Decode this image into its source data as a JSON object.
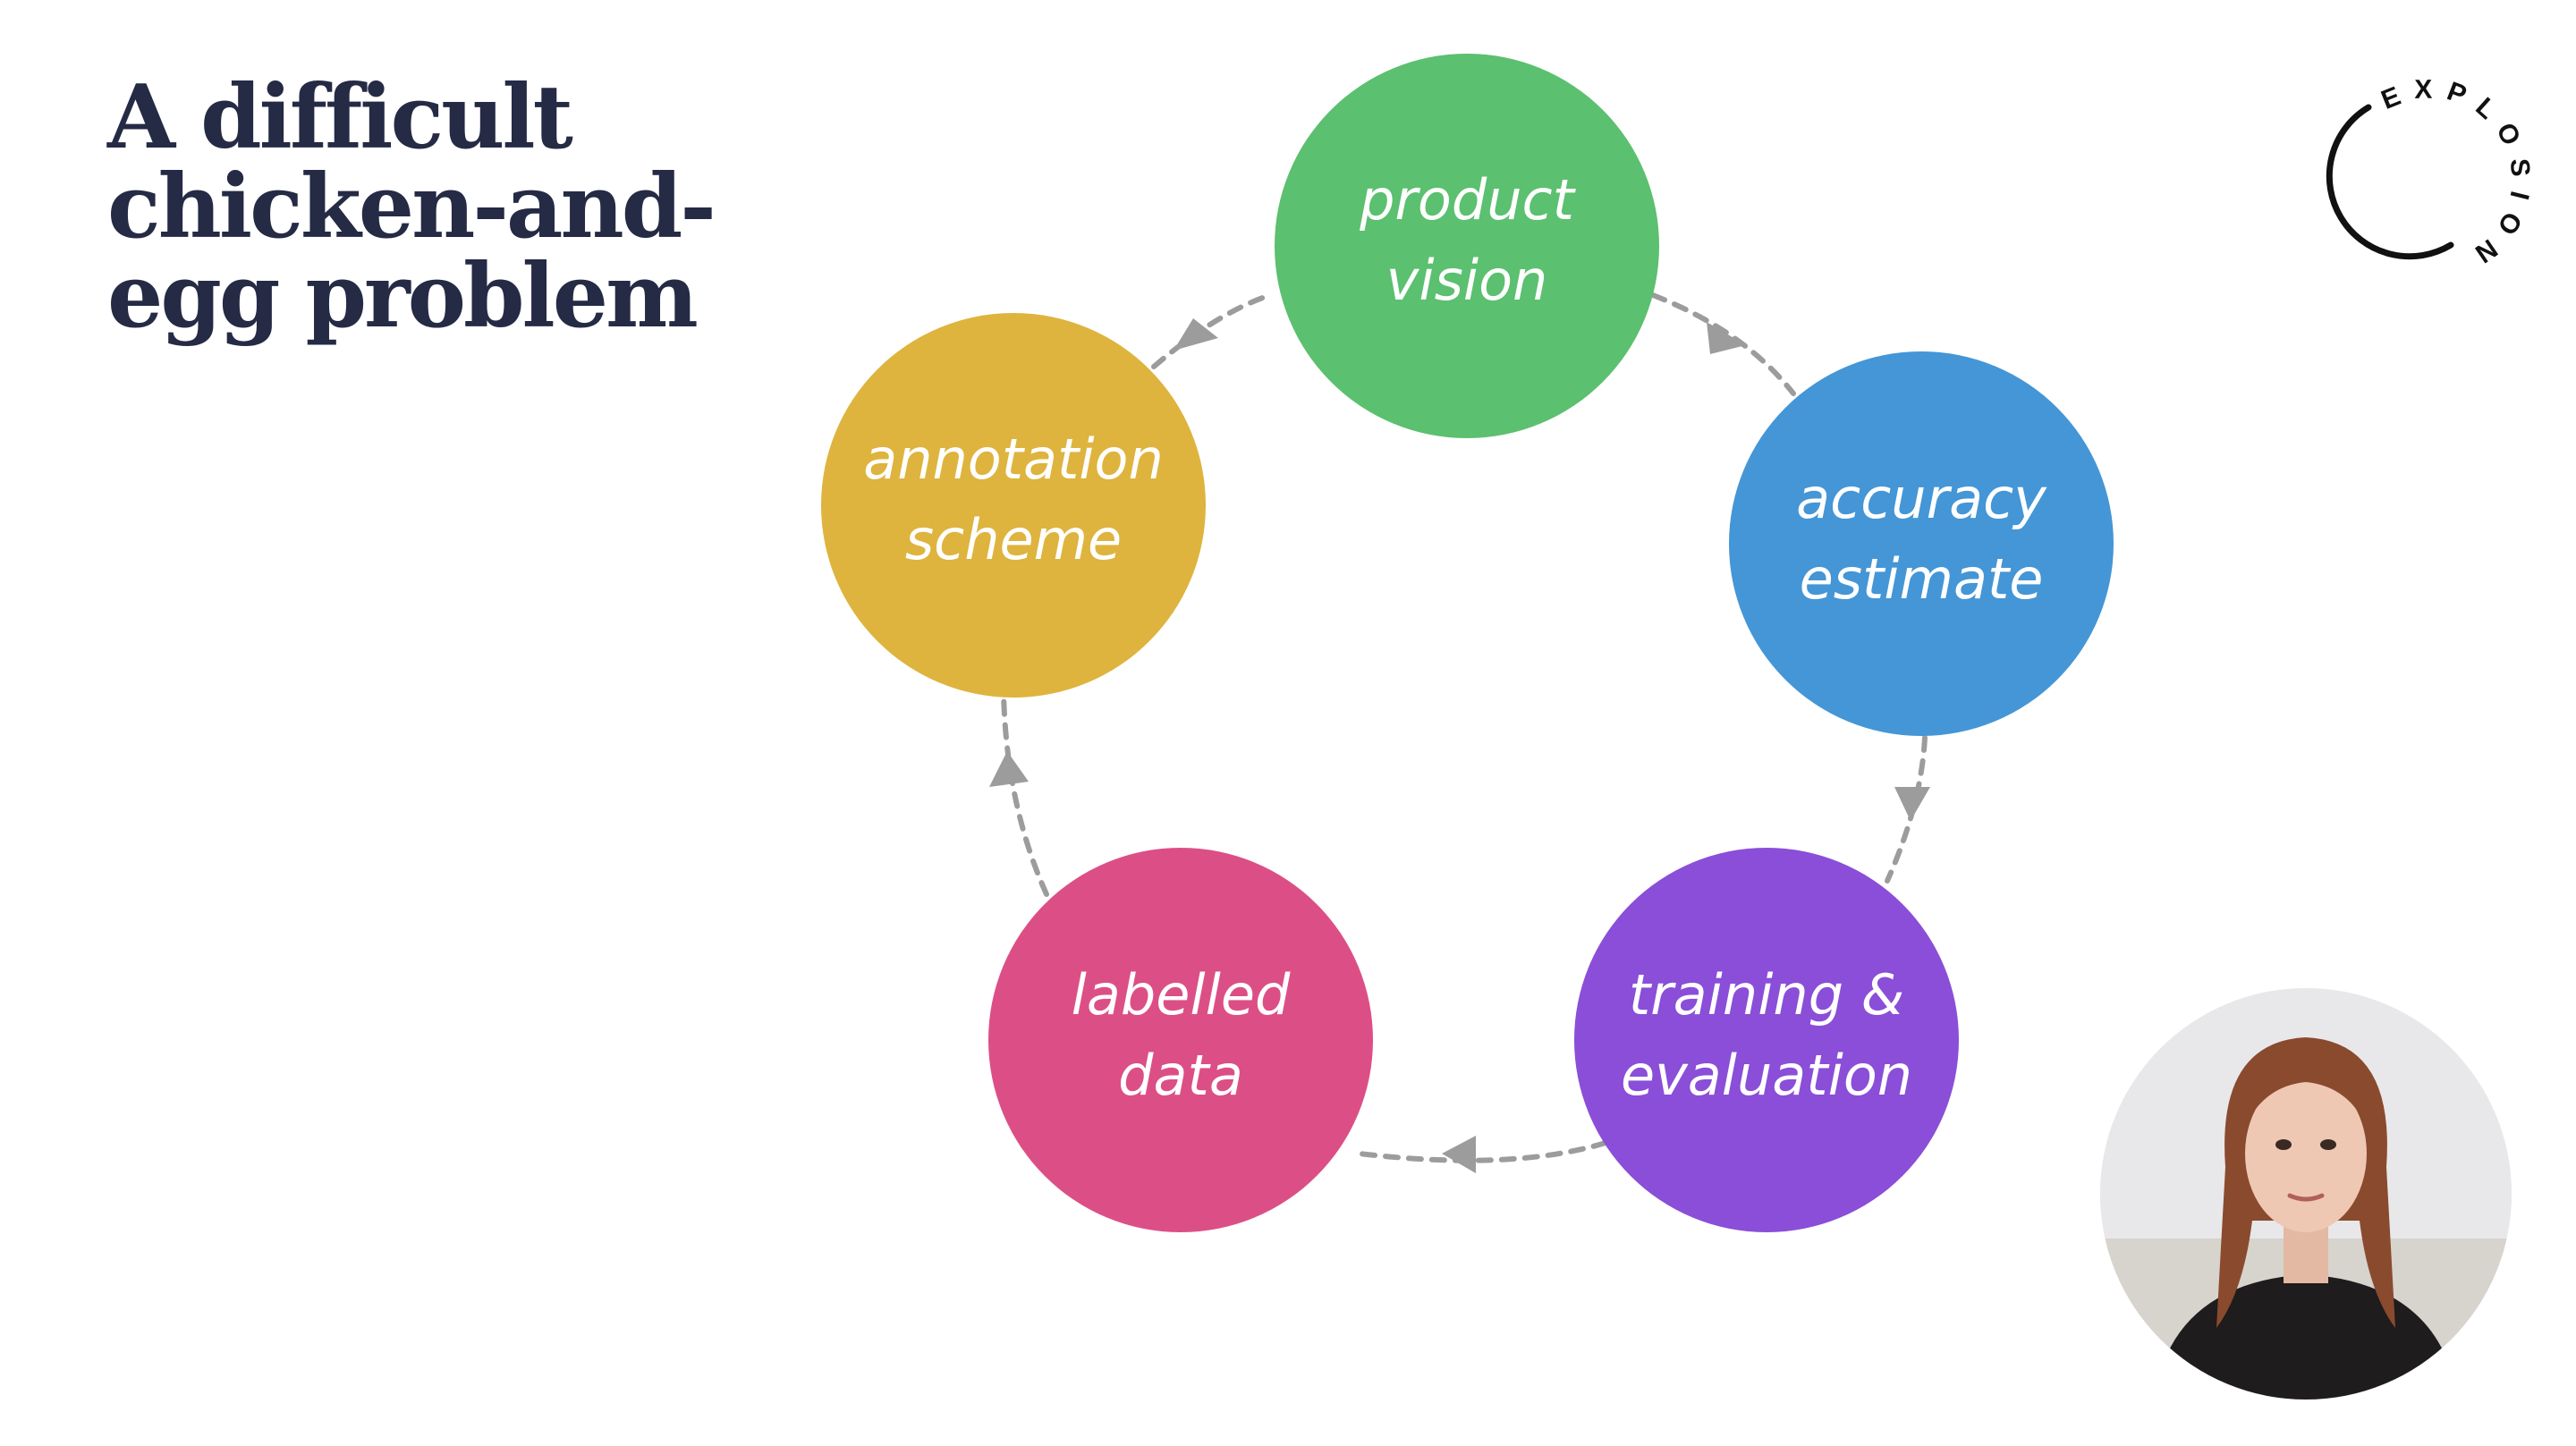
{
  "slide": {
    "title_lines": [
      "A difficult",
      "chicken-and-",
      "egg problem"
    ]
  },
  "cycle": {
    "nodes": [
      {
        "id": "product-vision",
        "lines": [
          "product",
          "vision"
        ],
        "color": "#5bc06f"
      },
      {
        "id": "accuracy-estimate",
        "lines": [
          "accuracy",
          "estimate"
        ],
        "color": "#4496d6"
      },
      {
        "id": "training-evaluation",
        "lines": [
          "training &",
          "evaluation"
        ],
        "color": "#8a4ed8"
      },
      {
        "id": "labelled-data",
        "lines": [
          "labelled",
          "data"
        ],
        "color": "#dc4f86"
      },
      {
        "id": "annotation-scheme",
        "lines": [
          "annotation",
          "scheme"
        ],
        "color": "#deb43e"
      }
    ],
    "connector_color": "#9c9c9c",
    "direction": "clockwise"
  },
  "logo": {
    "text": "EXPLOSION",
    "color": "#111111"
  },
  "presenter": {
    "description_icon": "presenter-video-icon"
  }
}
